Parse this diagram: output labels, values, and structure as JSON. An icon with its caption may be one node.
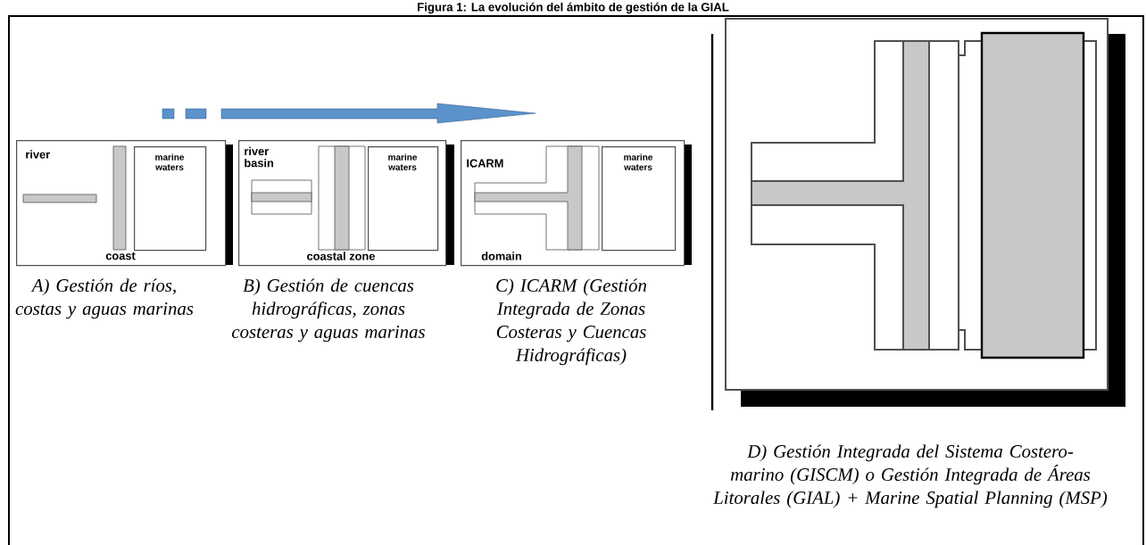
{
  "diagram": {
    "title": "Figura 1: La evolución del ámbito de gestión de la GIAL",
    "nodes": [
      {
        "text": [
          "river",
          "coast"
        ],
        "beside": [
          "A) Gestión de ríos, costas y aguas marinas"
        ]
      },
      {
        "text": [
          "marine waters"
        ],
        "in": 0
      },
      {
        "text": [
          "river basin",
          "coastal zone"
        ],
        "beside": [
          "B) Gestión de cuencas hidrográficas, zonas costeras y aguas marinas"
        ]
      },
      {
        "text": [
          "marine waters"
        ],
        "in": 2
      },
      {
        "text": [
          "ICARM",
          "domain"
        ],
        "beside": [
          "C) ICARM (Gestión Integrada de Zonas Costeras y Cuencas Hidrográficas)"
        ]
      },
      {
        "text": [
          "marine waters"
        ],
        "in": 4
      },
      {
        "text": [],
        "shape": "box",
        "beside": [
          "D) Gestión Integrada del Sistema Costero-marino (GISCM) o Gestión Integrada de Áreas Litorales (GIAL) + Marine Spatial Planning (MSP)"
        ]
      }
    ]
  }
}
